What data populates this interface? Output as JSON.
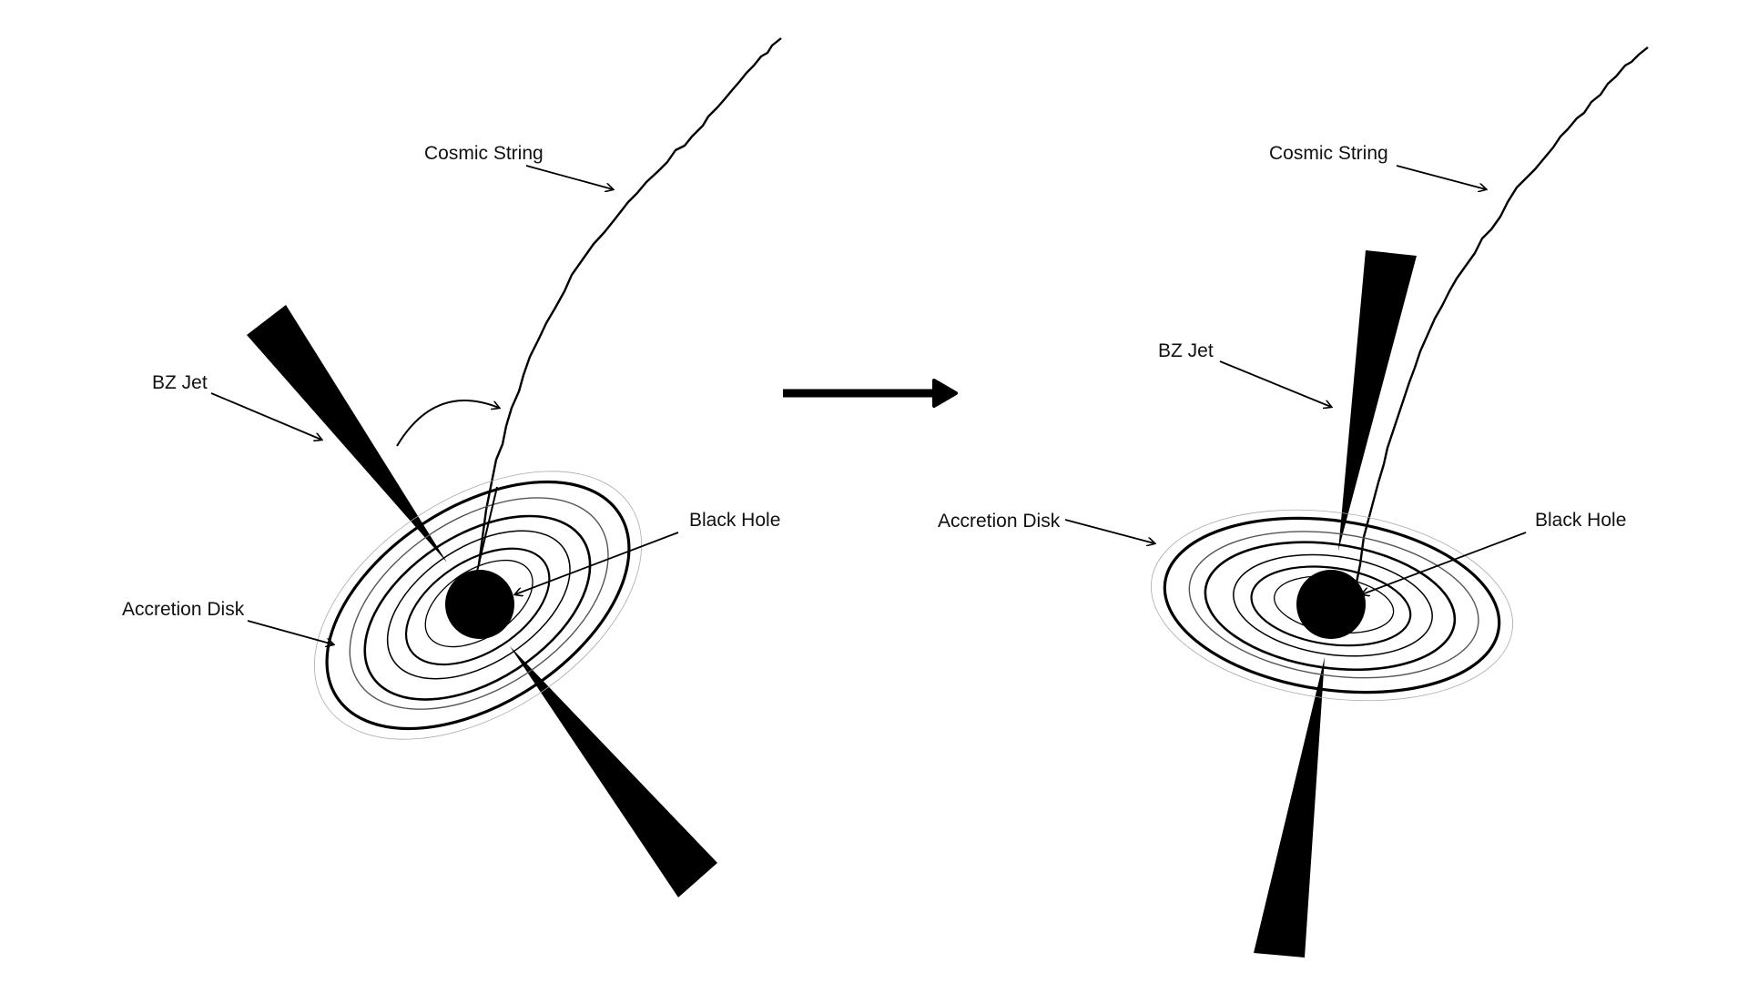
{
  "before": {
    "labels": {
      "cosmic_string": "Cosmic String",
      "bz_jet": "BZ Jet",
      "accretion_disk": "Accretion Disk",
      "black_hole": "Black Hole"
    }
  },
  "after": {
    "labels": {
      "cosmic_string": "Cosmic String",
      "bz_jet": "BZ Jet",
      "accretion_disk": "Accretion Disk",
      "black_hole": "Black Hole"
    }
  },
  "colors": {
    "ink": "#000000",
    "background": "#ffffff"
  },
  "icons": {
    "transition": "right-arrow-icon",
    "rotation": "curved-arrow-icon"
  }
}
